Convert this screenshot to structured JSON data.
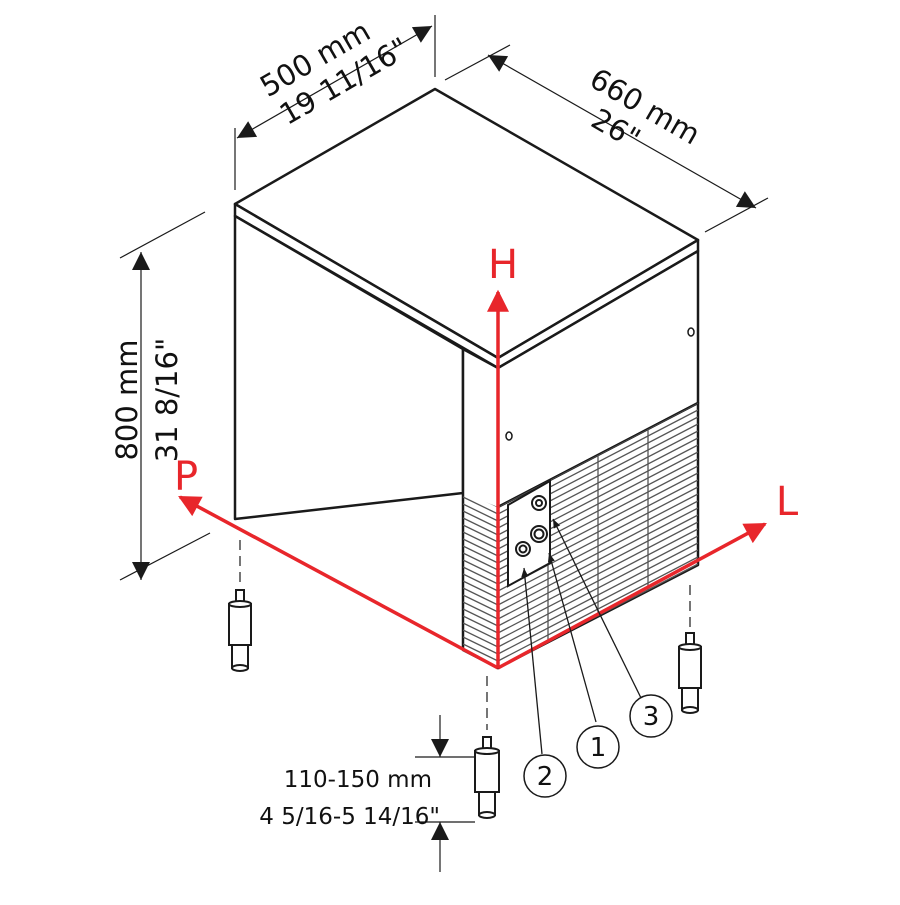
{
  "dimensions": {
    "width": {
      "metric": "500 mm",
      "imperial": "19 11/16\""
    },
    "depth": {
      "metric": "660 mm",
      "imperial": "26\""
    },
    "height": {
      "metric": "800 mm",
      "imperial": "31 8/16\""
    },
    "feet": {
      "metric": "110-150 mm",
      "imperial": "4 5/16-5 14/16\""
    }
  },
  "axes": {
    "height": "H",
    "depth": "P",
    "length": "L"
  },
  "callouts": [
    "1",
    "2",
    "3"
  ],
  "colors": {
    "axis": "#e8262b",
    "line": "#1a1a1a",
    "grille": "#555555"
  }
}
